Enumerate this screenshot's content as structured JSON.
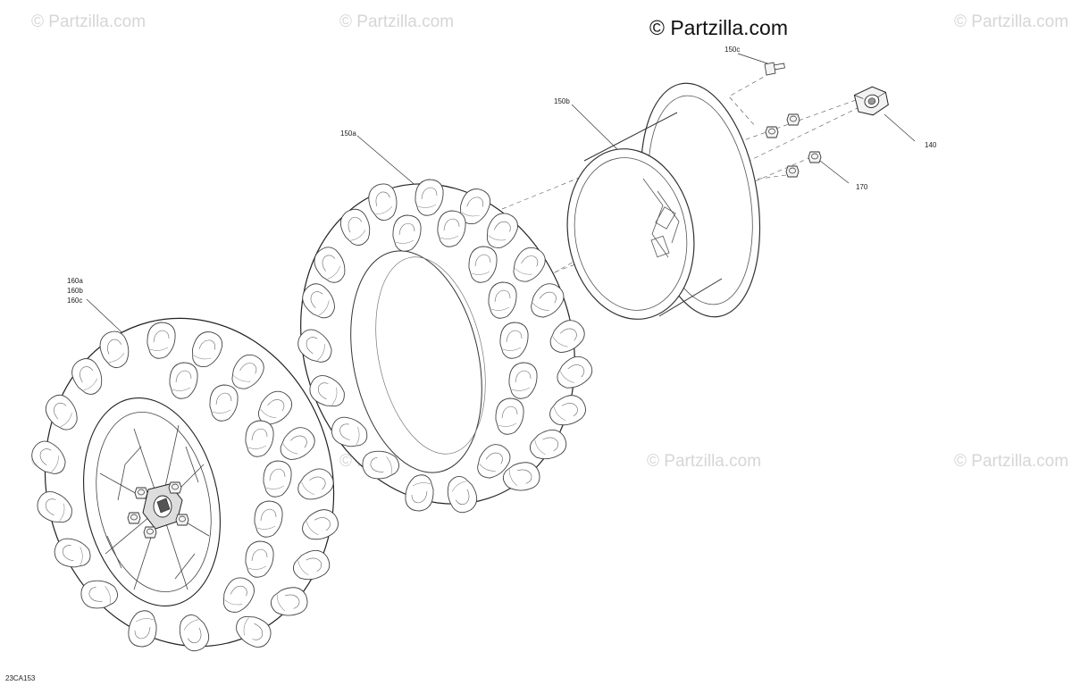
{
  "watermark": "© Partzilla.com",
  "brand": "© Partzilla.com",
  "callouts": {
    "c150c": "150c",
    "c150b": "150b",
    "c150a": "150a",
    "c140": "140",
    "c170": "170",
    "c160a": "160a",
    "c160b": "160b",
    "c160c": "160c"
  },
  "drawing_code": "23CA153"
}
